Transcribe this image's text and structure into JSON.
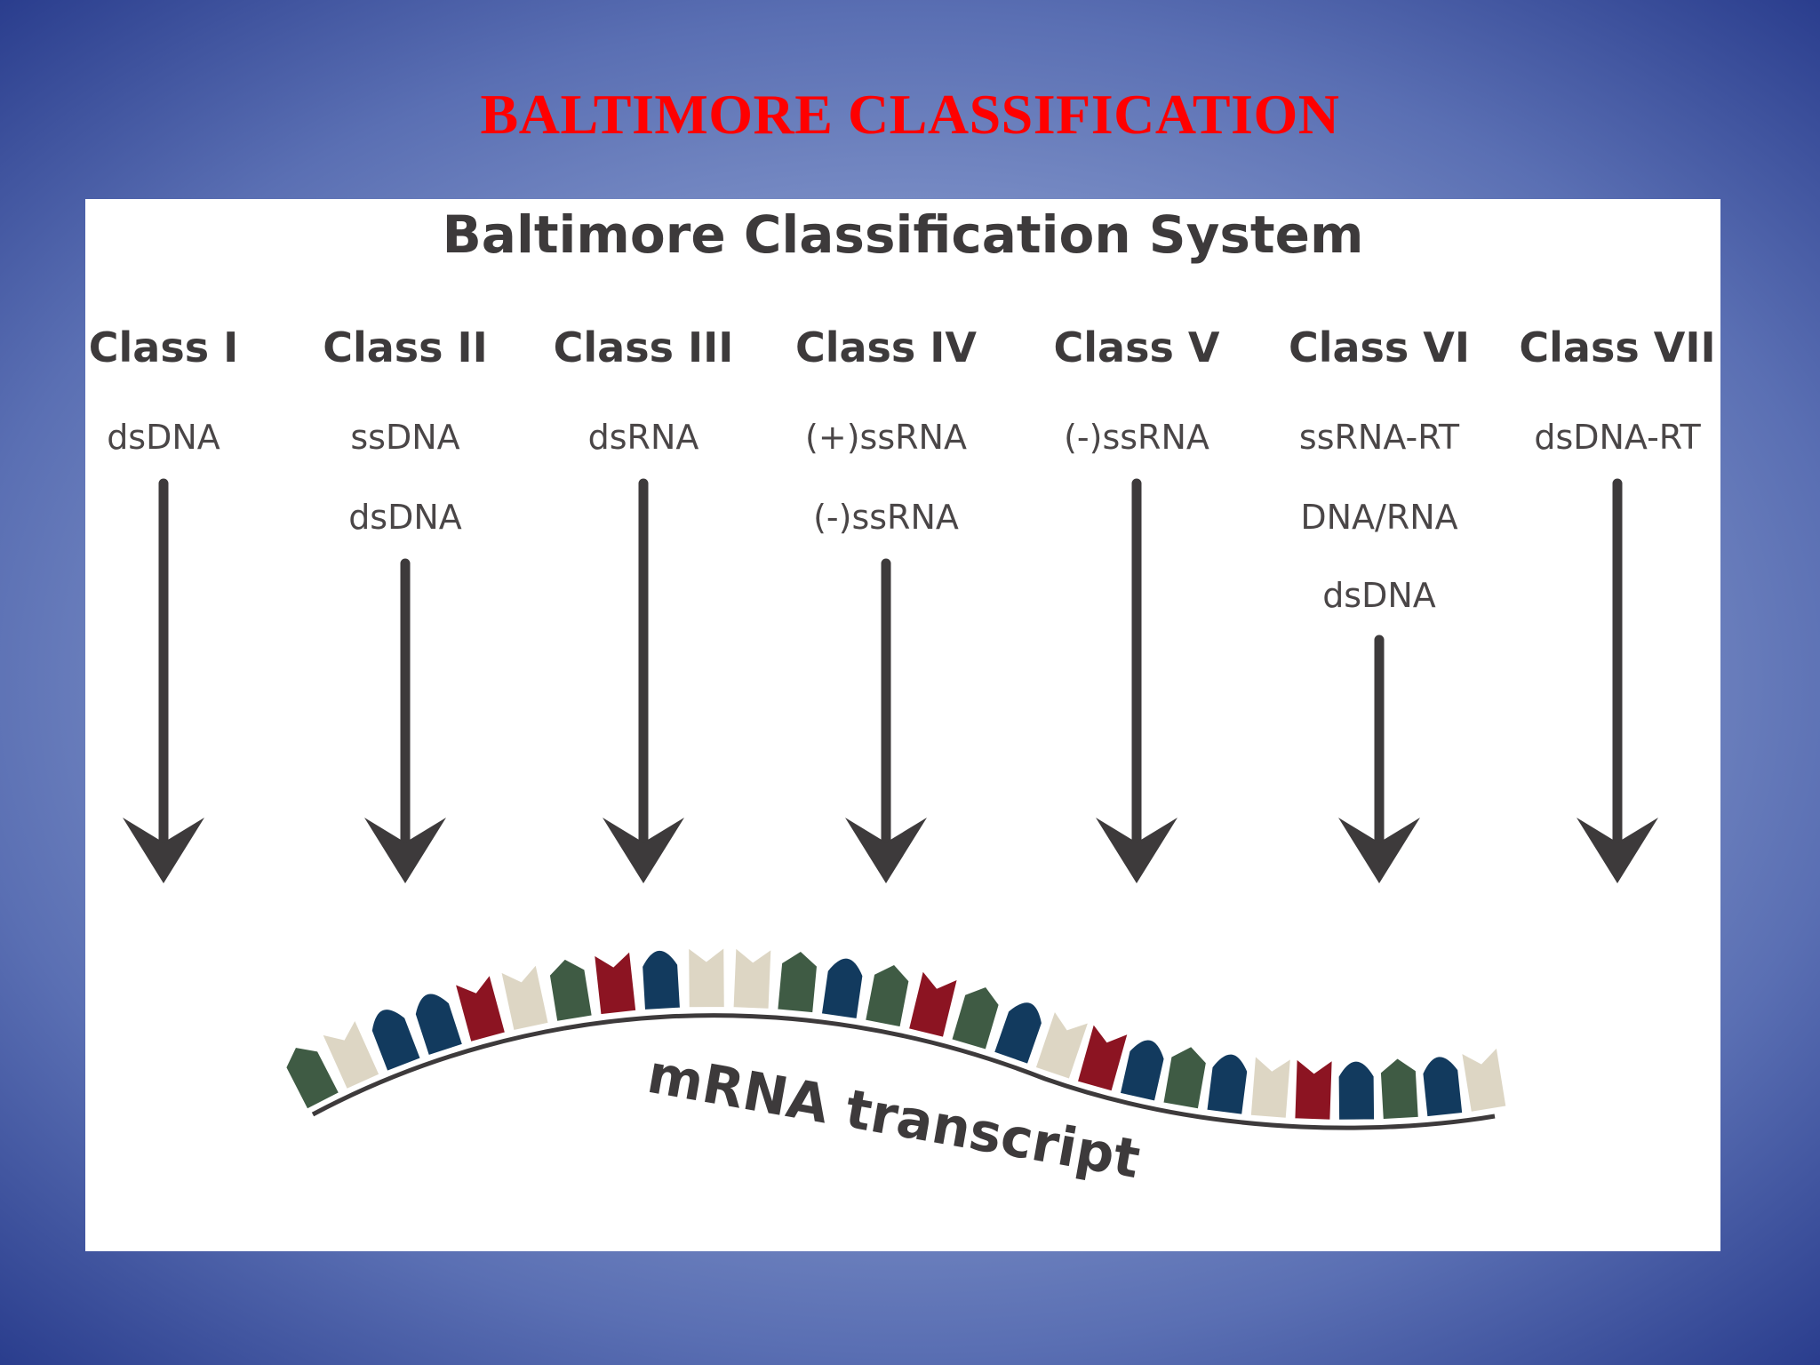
{
  "slide_title": "BALTIMORE CLASSIFICATION",
  "diagram": {
    "title": "Baltimore Classification System",
    "classes": [
      {
        "name": "Class I",
        "genomes": [
          "dsDNA"
        ]
      },
      {
        "name": "Class II",
        "genomes": [
          "ssDNA",
          "dsDNA"
        ]
      },
      {
        "name": "Class III",
        "genomes": [
          "dsRNA"
        ]
      },
      {
        "name": "Class IV",
        "genomes": [
          "(+)ssRNA",
          "(-)ssRNA"
        ]
      },
      {
        "name": "Class V",
        "genomes": [
          "(-)ssRNA"
        ]
      },
      {
        "name": "Class VI",
        "genomes": [
          "ssRNA-RT",
          "DNA/RNA",
          "dsDNA"
        ]
      },
      {
        "name": "Class VII",
        "genomes": [
          "dsDNA-RT"
        ]
      }
    ],
    "mrna_label": "mRNA transcript",
    "colors": {
      "slide_title": "#ff0000",
      "arrow": "#3d3a3b",
      "nucleotides": [
        "#3f5b44",
        "#ddd6c4",
        "#123a5e",
        "#8c1422"
      ]
    }
  }
}
